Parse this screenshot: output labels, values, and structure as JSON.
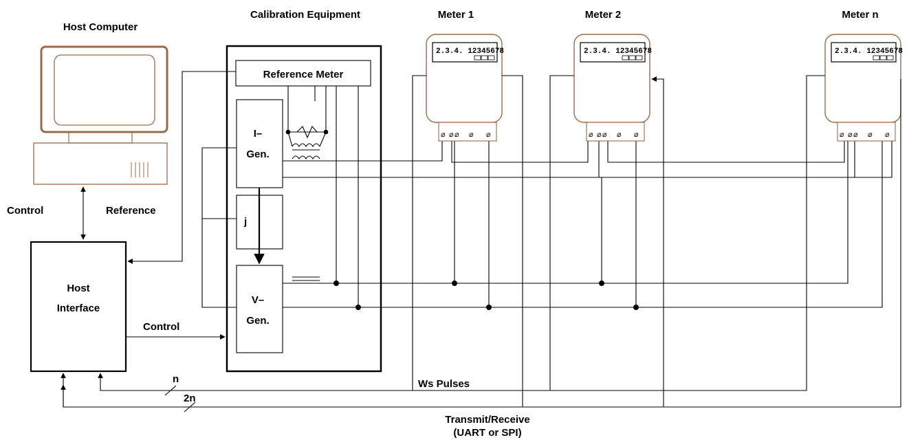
{
  "labels": {
    "host_computer": "Host Computer",
    "calibration_equipment": "Calibration Equipment",
    "meter_1": "Meter 1",
    "meter_2": "Meter 2",
    "meter_n": "Meter n",
    "reference_meter": "Reference Meter",
    "i_gen_line1": "I–",
    "i_gen_line2": "Gen.",
    "j_block": "j",
    "v_gen_line1": "V–",
    "v_gen_line2": "Gen.",
    "control_left": "Control",
    "reference": "Reference",
    "host_interface_line1": "Host",
    "host_interface_line2": "Interface",
    "control_bottom": "Control",
    "bus_n": "n",
    "bus_2n": "2n",
    "ws_pulses": "Ws Pulses",
    "transmit_receive": "Transmit/Receive",
    "uart_spi": "(UART or SPI)"
  },
  "meter_display": {
    "main": "2.3.4. 12345678"
  },
  "colors": {
    "line": "#000000",
    "computer_outline": "#9a6a4a"
  }
}
